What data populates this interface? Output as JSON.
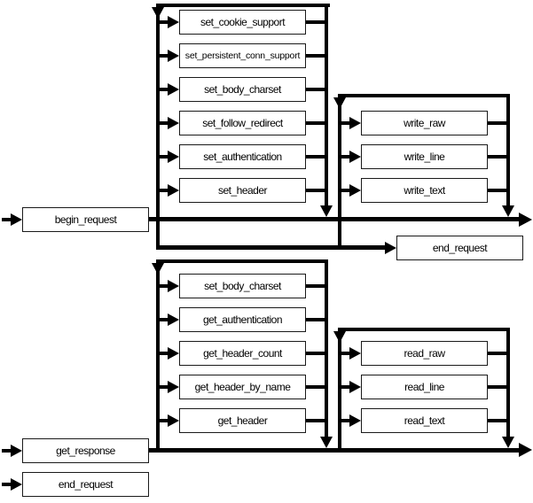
{
  "colors": {
    "background": "#ffffff",
    "line": "#000000",
    "box_border": "#1a1a1a",
    "box_fill": "#ffffff",
    "text": "#000000"
  },
  "nodes": {
    "begin_request": {
      "label": "begin_request"
    },
    "set_cookie_support": {
      "label": "set_cookie_support"
    },
    "set_persistent_conn_support": {
      "label": "set_persistent_conn_support"
    },
    "set_body_charset_request": {
      "label": "set_body_charset"
    },
    "set_follow_redirect": {
      "label": "set_follow_redirect"
    },
    "set_authentication": {
      "label": "set_authentication"
    },
    "set_header": {
      "label": "set_header"
    },
    "write_raw": {
      "label": "write_raw"
    },
    "write_line": {
      "label": "write_line"
    },
    "write_text": {
      "label": "write_text"
    },
    "end_request_after_write": {
      "label": "end_request"
    },
    "get_response": {
      "label": "get_response"
    },
    "set_body_charset_response": {
      "label": "set_body_charset"
    },
    "get_authentication": {
      "label": "get_authentication"
    },
    "get_header_count": {
      "label": "get_header_count"
    },
    "get_header_by_name": {
      "label": "get_header_by_name"
    },
    "get_header": {
      "label": "get_header"
    },
    "read_raw": {
      "label": "read_raw"
    },
    "read_line": {
      "label": "read_line"
    },
    "read_text": {
      "label": "read_text"
    },
    "end_request_final": {
      "label": "end_request"
    }
  }
}
